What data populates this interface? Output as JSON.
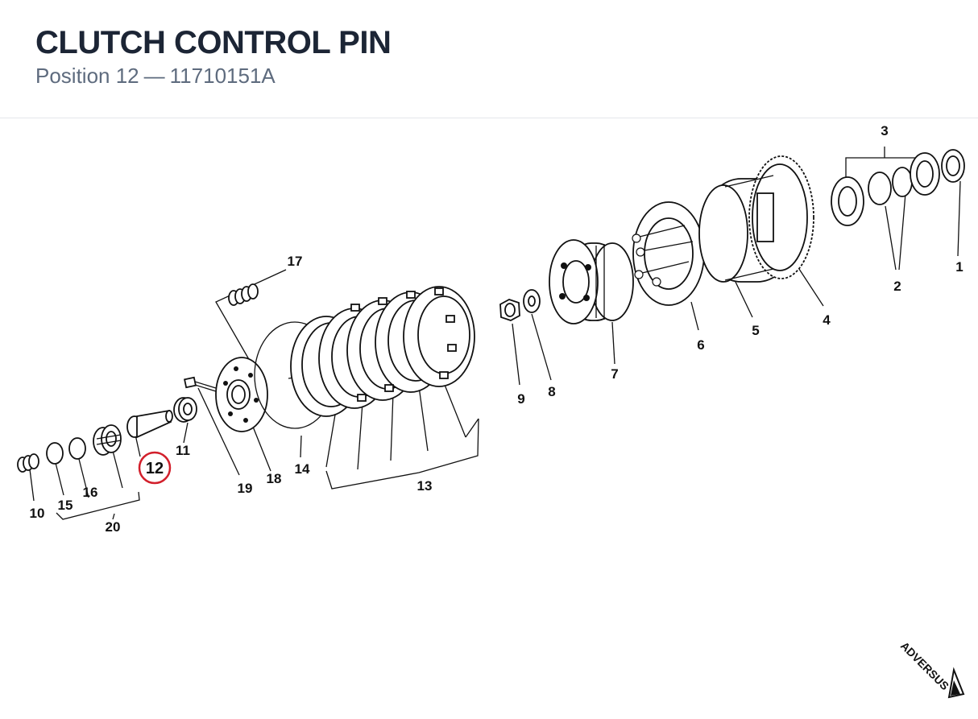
{
  "header": {
    "title": "CLUTCH CONTROL PIN",
    "position_label": "Position 12",
    "separator": "—",
    "part_number": "11710151A"
  },
  "diagram": {
    "highlighted_callout": "12",
    "highlight_color": "#d21f2b",
    "callouts": {
      "c1": "1",
      "c2": "2",
      "c3": "3",
      "c4": "4",
      "c5": "5",
      "c6": "6",
      "c7": "7",
      "c8": "8",
      "c9": "9",
      "c10": "10",
      "c11": "11",
      "c13": "13",
      "c14": "14",
      "c15": "15",
      "c16": "16",
      "c17": "17",
      "c18": "18",
      "c19": "19",
      "c20": "20"
    }
  },
  "logo": {
    "text": "ADVERSUS",
    "icon": "arrow-icon"
  }
}
